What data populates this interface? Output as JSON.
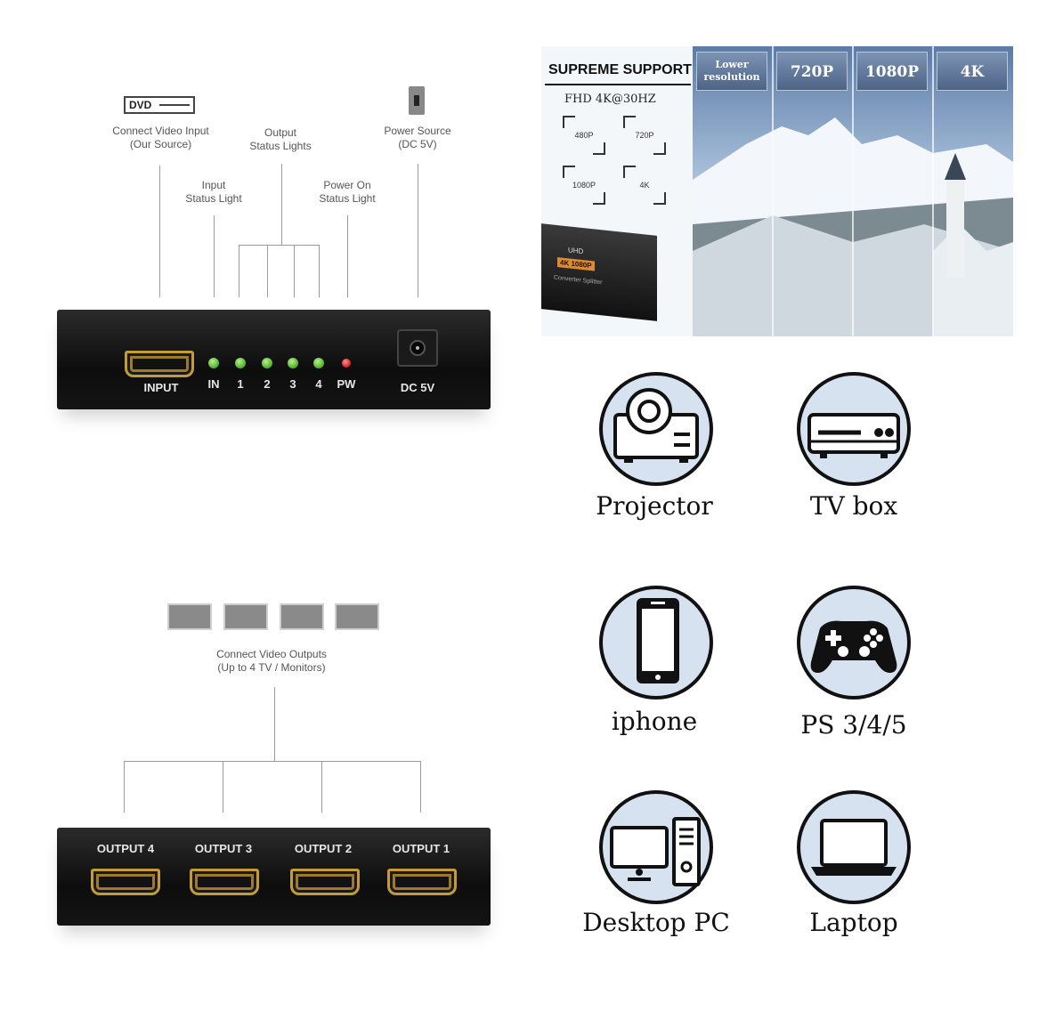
{
  "input_diagram": {
    "dvd_label": "DVD",
    "labels": {
      "video_input": [
        "Connect Video Input",
        "(Our Source)"
      ],
      "output_lights": [
        "Output",
        "Status Lights"
      ],
      "input_light": [
        "Input",
        "Status Light"
      ],
      "power_on": [
        "Power On",
        "Status Light"
      ],
      "power_source": [
        "Power Source",
        "(DC 5V)"
      ]
    },
    "device": {
      "input_label": "INPUT",
      "led_labels": [
        "IN",
        "1",
        "2",
        "3",
        "4",
        "PW"
      ],
      "dc_label": "DC 5V"
    }
  },
  "output_diagram": {
    "label_lines": [
      "Connect Video Outputs",
      "(Up to 4 TV / Monitors)"
    ],
    "ports": [
      "OUTPUT 4",
      "OUTPUT 3",
      "OUTPUT 2",
      "OUTPUT 1"
    ]
  },
  "banner": {
    "title": "SUPREME SUPPORT",
    "subtitle": "FHD 4K@30HZ",
    "formats": [
      "480P",
      "720P",
      "1080P",
      "4K"
    ],
    "tabs": [
      "Lower resolution",
      "720P",
      "1080P",
      "4K"
    ],
    "box_text": [
      "UHD",
      "4K 1080P",
      "Converter Splitter"
    ]
  },
  "devices": [
    {
      "label": "Projector",
      "icon": "projector-icon"
    },
    {
      "label": "TV box",
      "icon": "tv-box-icon"
    },
    {
      "label": "iphone",
      "icon": "phone-icon"
    },
    {
      "label": "PS 3/4/5",
      "icon": "gamepad-icon"
    },
    {
      "label": "Desktop PC",
      "icon": "desktop-pc-icon"
    },
    {
      "label": "Laptop",
      "icon": "laptop-icon"
    }
  ],
  "colors": {
    "icon_fill": "#d6e2ef",
    "led_green": "#4cae2a",
    "led_red": "#d2201f",
    "hdmi_gold": "#c49a3a"
  }
}
